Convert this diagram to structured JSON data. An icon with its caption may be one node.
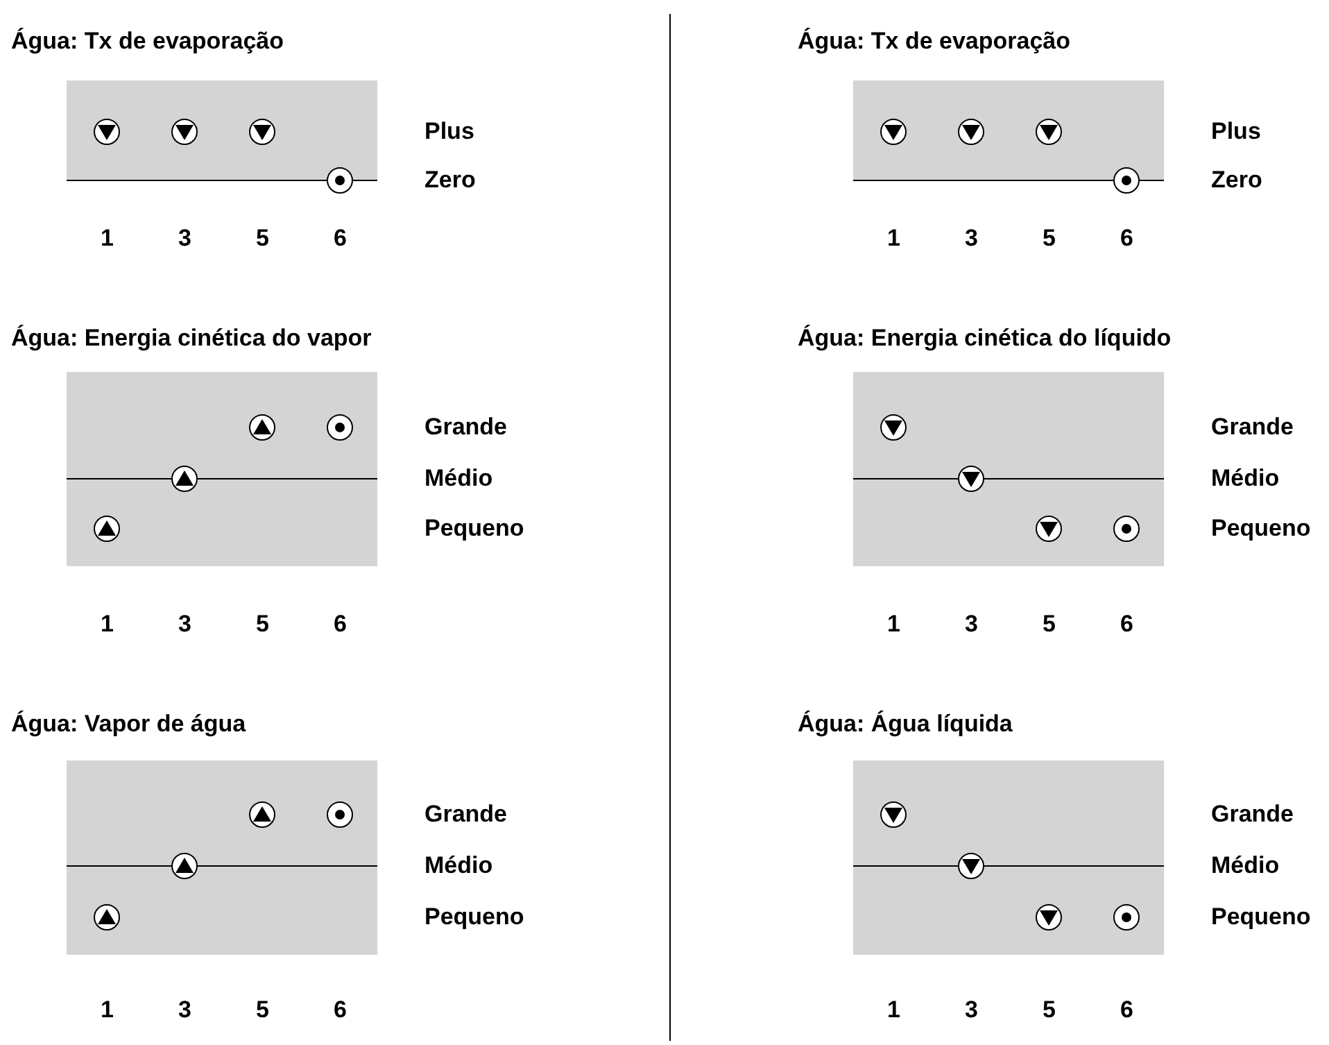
{
  "diagram": {
    "labels": [
      "Água: Tx de evaporação",
      "Plus",
      "Zero",
      "1",
      "3",
      "5",
      "6",
      "Água: Tx de evaporação",
      "Plus",
      "Zero",
      "1",
      "3",
      "5",
      "6",
      "Água: Energia cinética do vapor",
      "Grande",
      "Médio",
      "Pequeno",
      "1",
      "3",
      "5",
      "6",
      "Água: Energia cinética do líquido",
      "Grande",
      "Médio",
      "Pequeno",
      "1",
      "3",
      "5",
      "6",
      "Água: Vapor de água",
      "Grande",
      "Médio",
      "Pequeno",
      "1",
      "3",
      "5",
      "6",
      "Água: Água líquida",
      "Grande",
      "Médio",
      "Pequeno",
      "1",
      "3",
      "5",
      "6"
    ]
  }
}
